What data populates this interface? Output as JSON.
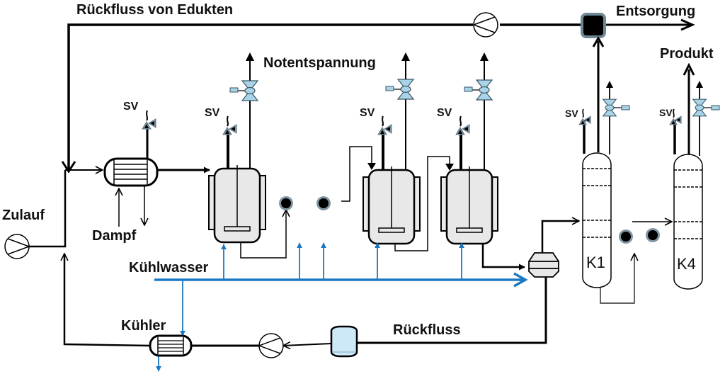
{
  "title": "Prozessfließbild Reaktorkaskade mit Kolonnen",
  "labels": {
    "recycle_educts": "Rückfluss von Edukten",
    "disposal": "Entsorgung",
    "product": "Produkt",
    "emergency_relief": "Notentspannung",
    "feed": "Zulauf",
    "steam": "Dampf",
    "cooling_water": "Kühlwasser",
    "cooler": "Kühler",
    "reflux": "Rückfluss",
    "safety_valve": "SV",
    "column_1": "K1",
    "column_4": "K4"
  },
  "colors": {
    "line": "#000000",
    "cooling_water": "#1a78c2",
    "valve_fill": "#a9d3e6",
    "valve_stroke": "#3b5566",
    "vessel_fill": "#e8e8e8",
    "tank_fill": "#cde8f6",
    "sv_fill": "#7f96a3"
  }
}
